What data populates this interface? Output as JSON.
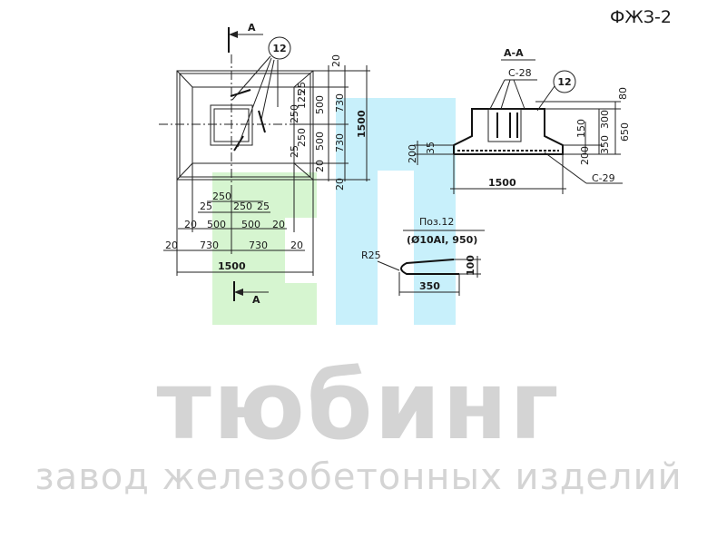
{
  "code": "ФЖЗ-2",
  "watermark": {
    "brand": "тюбинг",
    "subtitle": "завод железобетонных изделий",
    "color_green": "#d6f5d0",
    "color_blue": "#c8f0fb",
    "color_gray": "#d4d4d4"
  },
  "plan": {
    "section_mark_top": "А",
    "section_mark_bottom": "А",
    "bar_callout": "12",
    "dims_right": [
      "20",
      "250",
      "125",
      "500",
      "730",
      "1500",
      "250",
      "25",
      "25",
      "500",
      "730",
      "20",
      "20"
    ],
    "dims_bottom": [
      "250",
      "25",
      "250",
      "25",
      "20",
      "500",
      "500",
      "20",
      "20",
      "730",
      "730",
      "20",
      "1500"
    ]
  },
  "section": {
    "title": "А-А",
    "mesh_top": "С-28",
    "mesh_bottom": "С-29",
    "bar_callout": "12",
    "dims_right": [
      "80",
      "300",
      "650",
      "150",
      "350",
      "200"
    ],
    "dims_left": [
      "200",
      "35"
    ],
    "width": "1500"
  },
  "bar": {
    "title": "Поз.12",
    "spec": "(Ø10АI, 950)",
    "radius": "R25",
    "length": "350",
    "height": "100"
  }
}
